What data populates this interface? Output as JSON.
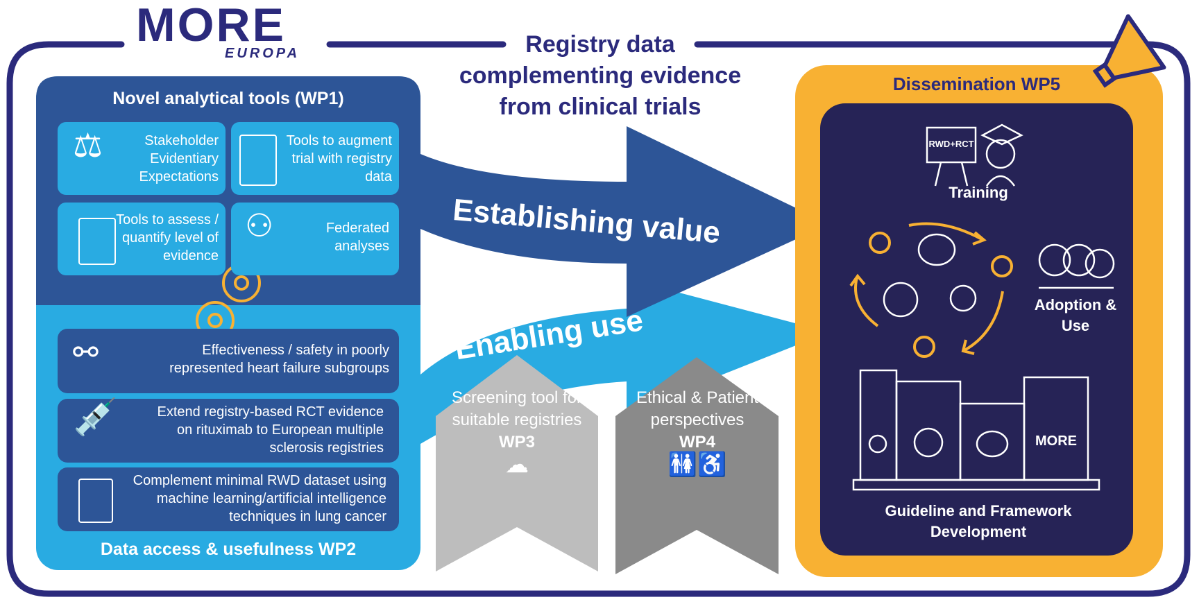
{
  "logo": {
    "text": "MORE",
    "subtext": "EUROPA"
  },
  "title": {
    "line1": "Registry data",
    "line2": "complementing evidence",
    "line3": "from clinical trials"
  },
  "wp1": {
    "title": "Novel analytical tools (WP1)",
    "items": [
      {
        "label": "Stakeholder Evidentiary Expectations",
        "icon": "scales-icon"
      },
      {
        "label": "Tools to augment trial with registry data",
        "icon": "sliders-icon"
      },
      {
        "label": "Tools to assess / quantify level of evidence",
        "icon": "abacus-icon"
      },
      {
        "label": "Federated analyses",
        "icon": "network-icon"
      }
    ]
  },
  "wp2": {
    "title": "Data access & usefulness WP2",
    "items": [
      {
        "label": "Effectiveness / safety in poorly represented heart failure subgroups",
        "icon": "subgroup-icon"
      },
      {
        "label": "Extend registry-based RCT evidence on rituximab to European multiple sclerosis registries",
        "icon": "syringe-icon"
      },
      {
        "label": "Complement minimal RWD dataset using machine learning/artificial intelligence techniques in lung cancer",
        "icon": "clipboard-icon"
      }
    ]
  },
  "arrows": {
    "establishing": "Establishing value",
    "enabling": "Enabling use"
  },
  "wp3": {
    "label": "Screening tool for suitable registries",
    "wp": "WP3",
    "icon": "cloud-computer-icon"
  },
  "wp4": {
    "label": "Ethical & Patient perspectives",
    "wp": "WP4",
    "icon": "people-wheelchair-icon"
  },
  "wp5": {
    "title": "Dissemination WP5",
    "board_text": "RWD+RCT",
    "training": "Training",
    "adoption": "Adoption & Use",
    "guideline": "Guideline and Framework Development",
    "mini_logo": "MORE"
  },
  "colors": {
    "navy": "#2b2a7c",
    "dark_blue": "#2d5597",
    "light_blue": "#29abe2",
    "orange": "#f8b133",
    "inner_navy": "#262356",
    "gray_light": "#bdbdbd",
    "gray_dark": "#8a8a8a"
  }
}
